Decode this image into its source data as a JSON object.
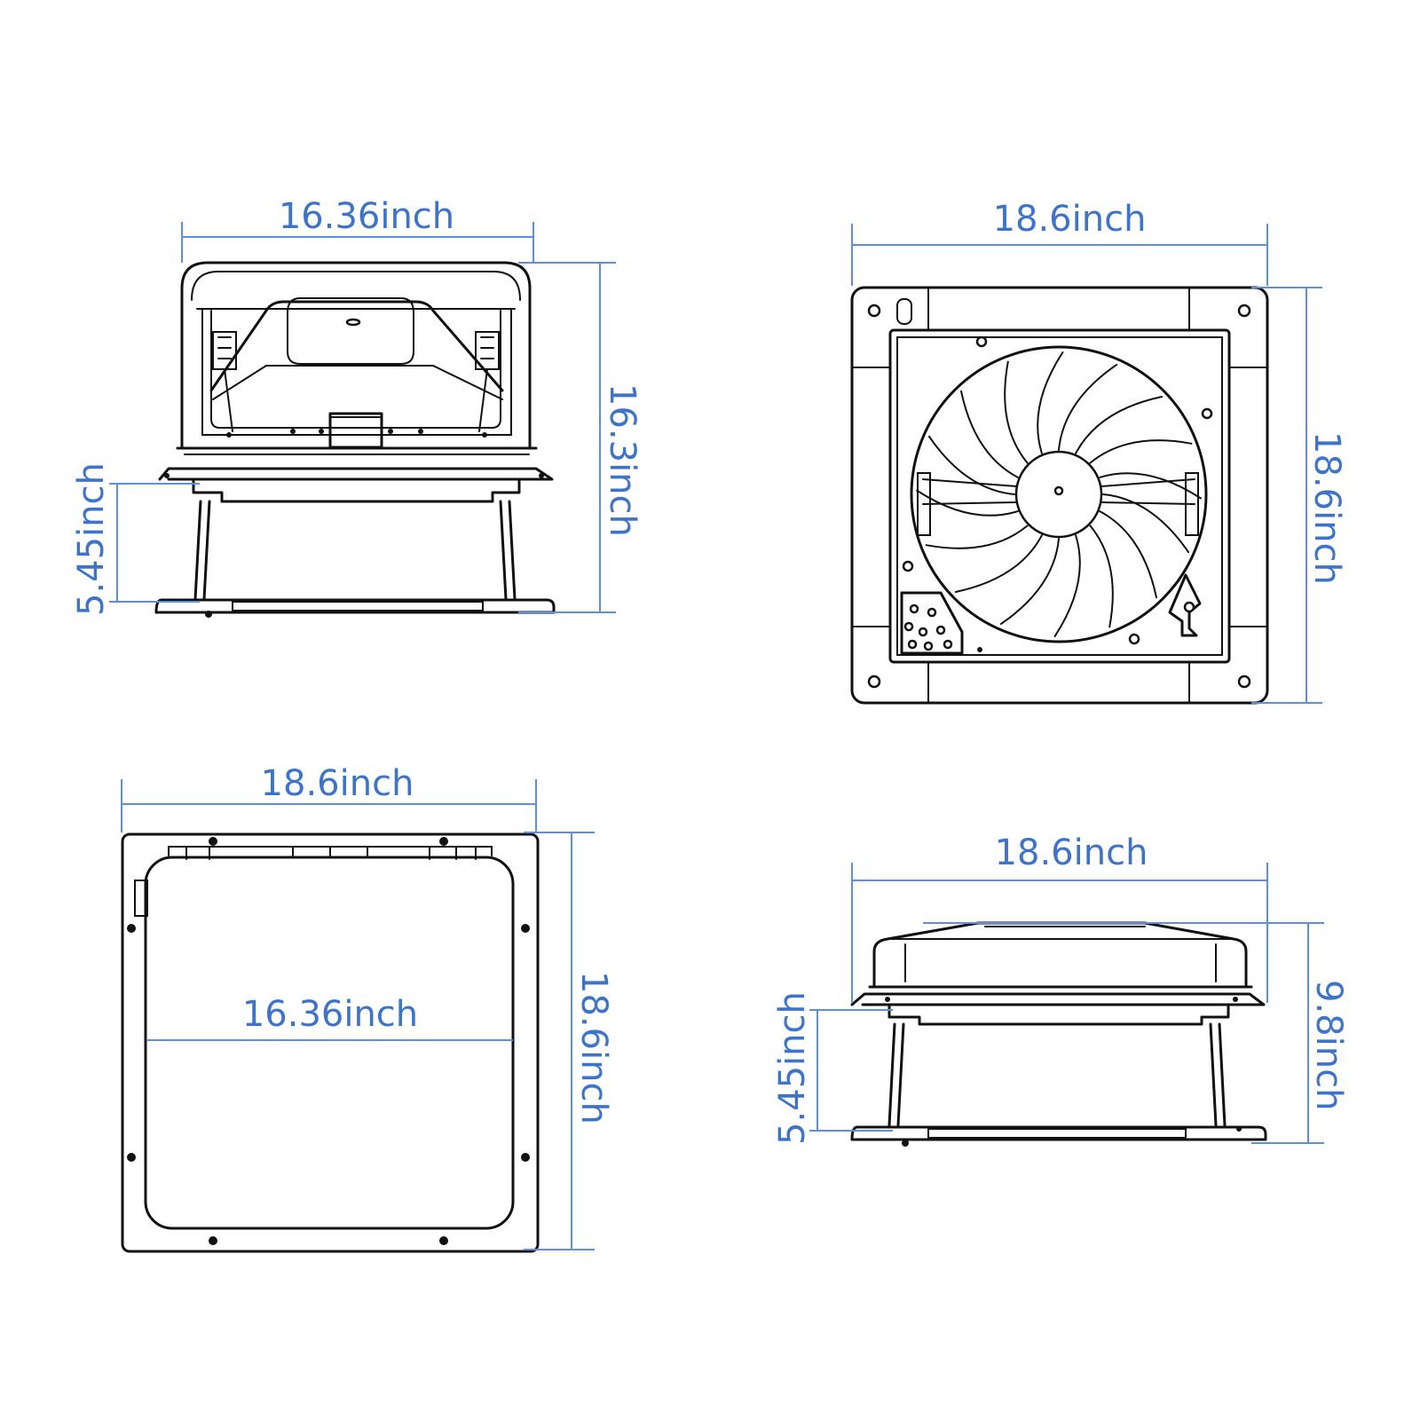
{
  "colors": {
    "dimension": "#3d74c9",
    "linework": "#111111",
    "background": "#ffffff"
  },
  "views": {
    "open_side": {
      "width_label": "16.36inch",
      "height_label": "16.3inch",
      "lift_label": "5.45inch"
    },
    "top_fan": {
      "width_label": "18.6inch",
      "height_label": "18.6inch"
    },
    "bottom_frame": {
      "width_label": "18.6inch",
      "inner_label": "16.36inch",
      "height_label": "18.6inch"
    },
    "closed_side": {
      "width_label": "18.6inch",
      "height_label": "9.8inch",
      "lift_label": "5.45inch"
    }
  }
}
